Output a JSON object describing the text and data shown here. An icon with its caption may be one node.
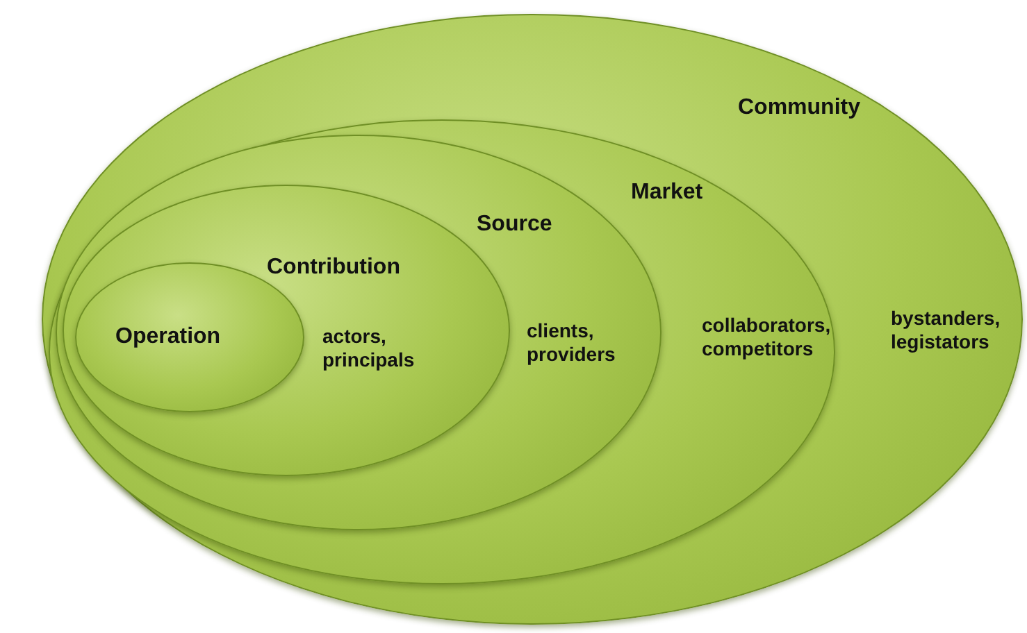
{
  "diagram": {
    "nodes": [
      {
        "text": [
          "Community",
          "bystanders, legistators"
        ]
      },
      {
        "text": [
          "Market",
          "collaborators, competitors"
        ],
        "in": 0
      },
      {
        "text": [
          "Source",
          "clients, providers"
        ],
        "in": 1
      },
      {
        "text": [
          "Contribution",
          "actors, principals"
        ],
        "in": 2
      },
      {
        "text": [
          "Operation"
        ],
        "in": 3
      }
    ]
  }
}
